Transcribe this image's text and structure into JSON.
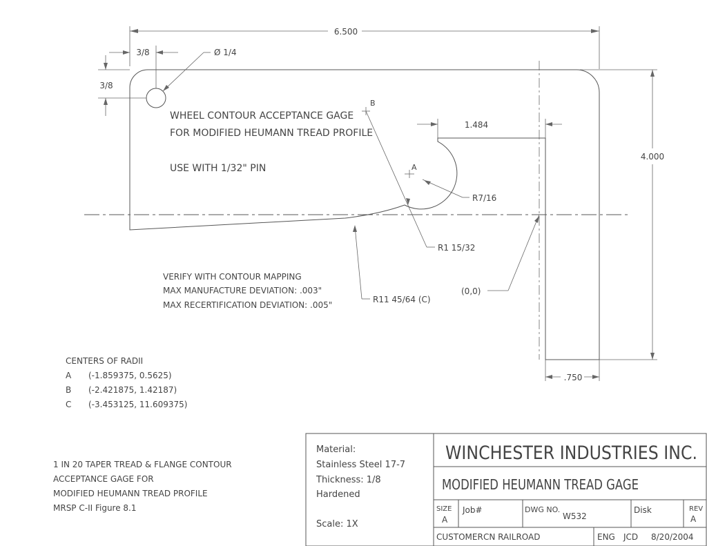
{
  "part": {
    "title_line1": "WHEEL CONTOUR ACCEPTANCE GAGE",
    "title_line2": "FOR MODIFIED HEUMANN TREAD PROFILE",
    "pin_note": "USE WITH 1/32\" PIN"
  },
  "dimensions": {
    "overall_width": "6.500",
    "hole_offset_x": "3/8",
    "hole_offset_y": "3/8",
    "hole_diameter": "Ø 1/4",
    "flange_width": "1.484",
    "overall_height": "4.000",
    "leg_width": ".750",
    "radius_a": "R7/16",
    "radius_b": "R1 15/32",
    "radius_c": "R11 45/64 (C)",
    "origin": "(0,0)",
    "point_a": "A",
    "point_b": "B"
  },
  "verify": {
    "line1": "VERIFY WITH CONTOUR MAPPING",
    "line2": "MAX MANUFACTURE DEVIATION: .003\"",
    "line3": "MAX RECERTIFICATION DEVIATION: .005\""
  },
  "centers": {
    "heading": "CENTERS OF RADII",
    "rows": [
      {
        "label": "A",
        "coords": "(-1.859375, 0.5625)"
      },
      {
        "label": "B",
        "coords": "(-2.421875, 1.42187)"
      },
      {
        "label": "C",
        "coords": "(-3.453125, 11.609375)"
      }
    ]
  },
  "description": {
    "line1": "1 IN 20 TAPER TREAD & FLANGE CONTOUR",
    "line2": "ACCEPTANCE GAGE FOR",
    "line3": "MODIFIED HEUMANN TREAD PROFILE",
    "line4": "MRSP C-II Figure 8.1"
  },
  "title_block": {
    "material_label": "Material:",
    "material": "Stainless Steel 17-7",
    "thickness": "Thickness: 1/8",
    "treatment": "Hardened",
    "scale": "Scale: 1X",
    "company": "WINCHESTER INDUSTRIES INC.",
    "drawing_title": "MODIFIED HEUMANN TREAD GAGE",
    "size_label": "SIZE",
    "size_value": "A",
    "job_label": "Job#",
    "dwg_label": "DWG NO.",
    "dwg_value": "W532",
    "disk_label": "Disk",
    "rev_label": "REV",
    "rev_value": "A",
    "customer_label": "CUSTOMER",
    "customer_value": "CN RAILROAD",
    "eng_label": "ENG",
    "eng_value": "JCD",
    "date": "8/20/2004"
  }
}
